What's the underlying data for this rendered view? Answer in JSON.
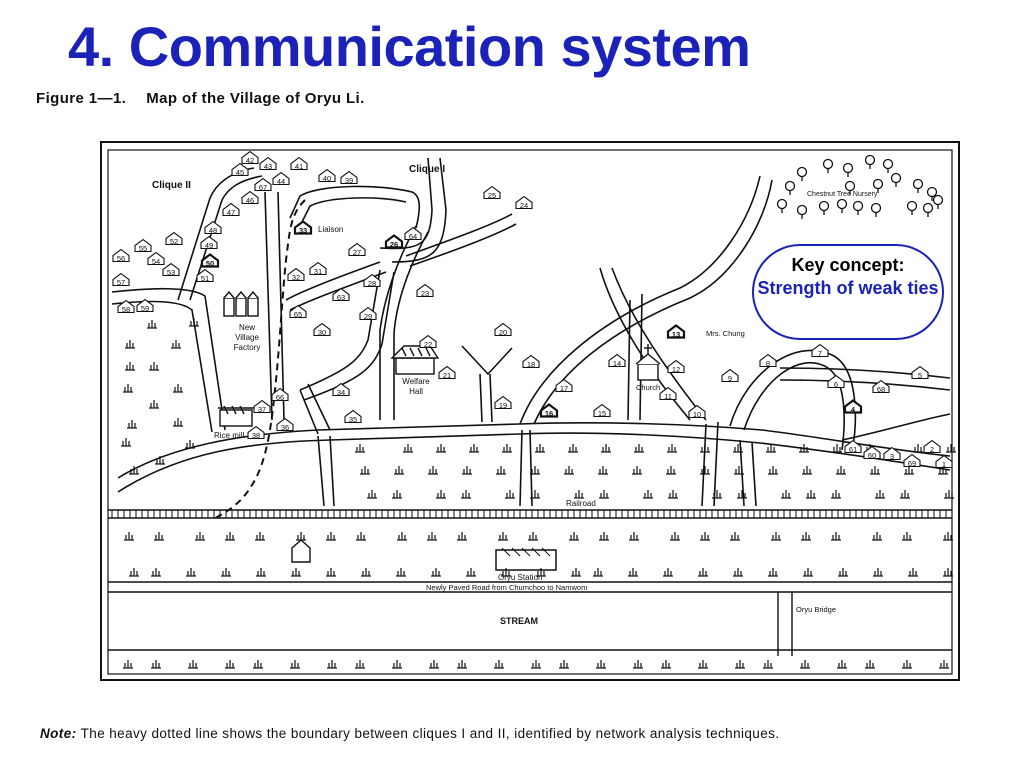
{
  "title": "4. Communication system",
  "figure": {
    "number": "Figure 1—1.",
    "caption": "Map of the Village of Oryu Li."
  },
  "key_concept": {
    "label": "Key concept:",
    "value": "Strength of weak ties"
  },
  "note": {
    "prefix": "Note:",
    "text": "The heavy dotted line shows the boundary between cliques I and II, identified by network analysis techniques."
  },
  "map": {
    "labels": {
      "clique_1": "Clique I",
      "clique_2": "Clique II",
      "liaison": "Liaison",
      "chestnut": "Chestnut Tree Nursery",
      "mrs_chung": "Mrs. Chung",
      "factory_1": "New",
      "factory_2": "Village",
      "factory_3": "Factory",
      "welfare_1": "Welfare",
      "welfare_2": "Hall",
      "church": "Church",
      "rice_mill": "Rice mill",
      "railroad": "Railroad",
      "station": "Oryu Station",
      "road": "Newly Paved Road from Chumchoo to Namwom",
      "stream": "STREAM",
      "bridge": "Oryu Bridge"
    },
    "houses": [
      "1",
      "2",
      "3",
      "4",
      "5",
      "6",
      "7",
      "8",
      "9",
      "10",
      "11",
      "12",
      "13",
      "14",
      "15",
      "16",
      "17",
      "18",
      "19",
      "20",
      "21",
      "22",
      "23",
      "24",
      "25",
      "26",
      "27",
      "28",
      "29",
      "30",
      "31",
      "32",
      "33",
      "34",
      "35",
      "36",
      "37",
      "38",
      "39",
      "40",
      "41",
      "42",
      "43",
      "44",
      "45",
      "46",
      "47",
      "48",
      "49",
      "50",
      "51",
      "52",
      "53",
      "54",
      "55",
      "56",
      "57",
      "58",
      "59",
      "60",
      "61",
      "63",
      "64",
      "65",
      "66",
      "67",
      "68",
      "69"
    ]
  }
}
